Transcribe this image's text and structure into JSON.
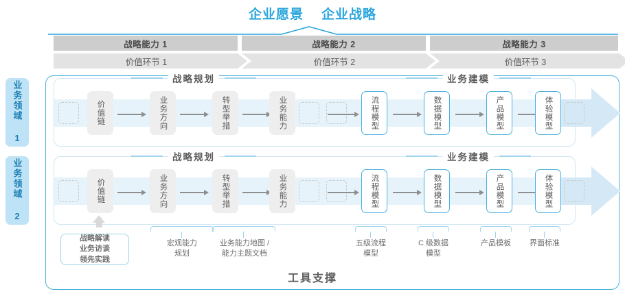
{
  "header": {
    "vision": "企业愿景",
    "strategy": "企业战略"
  },
  "capabilities": [
    {
      "label": "战略能力 1"
    },
    {
      "label": "战略能力 2"
    },
    {
      "label": "战略能力 3"
    }
  ],
  "value_links": [
    {
      "label": "价值环节 1"
    },
    {
      "label": "价值环节 2"
    },
    {
      "label": "价值环节 3"
    }
  ],
  "domains": [
    {
      "label": "业务领域 1"
    },
    {
      "label": "业务领域 2"
    }
  ],
  "sections": {
    "planning": "战略规划",
    "modeling": "业务建模"
  },
  "row_nodes": {
    "planning": [
      {
        "label": "价值链",
        "style": "gray"
      },
      {
        "label": "业务方向",
        "style": "gray"
      },
      {
        "label": "转型举措",
        "style": "gray"
      },
      {
        "label": "业务能力",
        "style": "gray"
      }
    ],
    "modeling": [
      {
        "label": "流程模型",
        "style": "blue"
      },
      {
        "label": "数据模型",
        "style": "blue"
      },
      {
        "label": "产品模型",
        "style": "blue"
      },
      {
        "label": "体验模型",
        "style": "blue"
      }
    ]
  },
  "tool_card": "战略解读\n业务访谈\n领先实践",
  "bottom_labels": [
    {
      "label": "宏观能力\n规划"
    },
    {
      "label": "业务能力地图 /\n能力主题文档"
    },
    {
      "label": "五级流程\n模型"
    },
    {
      "label": "C 级数据\n模型"
    },
    {
      "label": "产品模板"
    },
    {
      "label": "界面标准"
    }
  ],
  "footer": {
    "title": "工具支撑"
  },
  "colors": {
    "accent_blue": "#2ba6dd",
    "box_blue_border": "#49b0de",
    "band_gray_dark": "#cdcdcd",
    "band_gray_light": "#e3e3e3",
    "node_gray": "#eeeeee",
    "flow_band": "#e6f3fa",
    "domain_tag_bg": "#bfe3f6",
    "domain_tag_text": "#1e7fb5"
  }
}
